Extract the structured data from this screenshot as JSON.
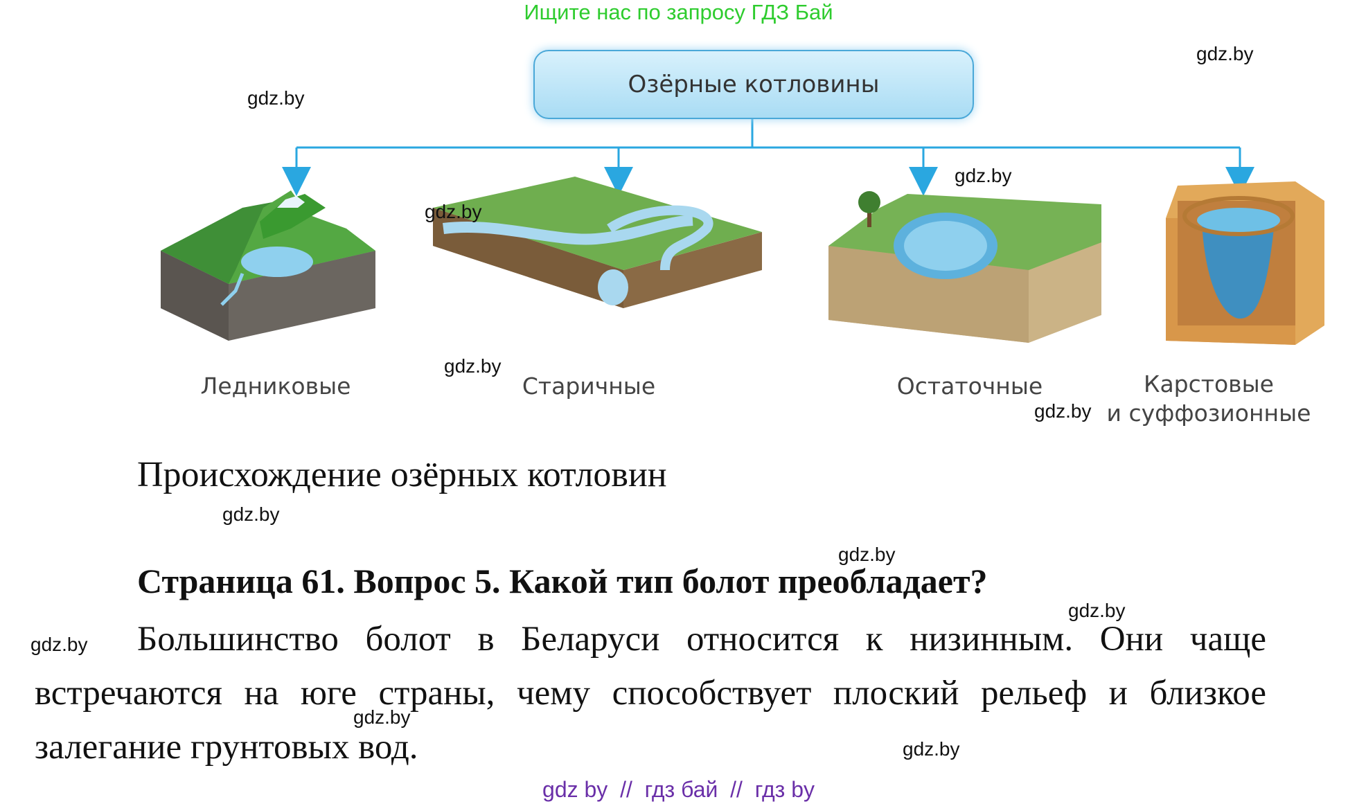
{
  "banner": "Ищите нас по запросу ГДЗ Бай",
  "watermark": "gdz.by",
  "diagram": {
    "root": "Озёрные котловины",
    "categories": [
      "Ледниковые",
      "Старичные",
      "Остаточные",
      "Карстовые",
      "и суффозионные"
    ]
  },
  "caption": "Происхождение озёрных котловин",
  "question": "Страница 61. Вопрос 5. Какой тип болот преобладает?",
  "answer": "Большинство болот в Беларуси относится к низинным. Они чаще встречаются на юге страны, чему способствует плоский рельеф и близкое залегание грунтовых вод.",
  "footer": "gdz by  //  гдз бай  //  гдз by",
  "colors": {
    "banner": "#2ecc2e",
    "footer": "#6a2fa8",
    "arrow": "#2aa7e0"
  }
}
